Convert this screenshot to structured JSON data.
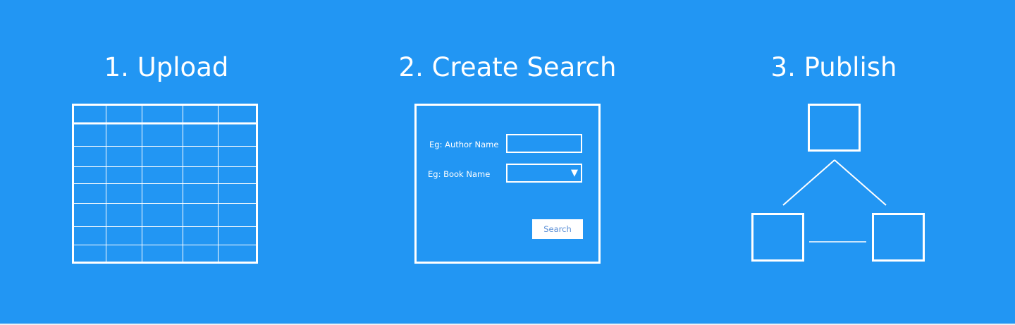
{
  "steps": [
    {
      "title": "1. Upload"
    },
    {
      "title": "2. Create Search"
    },
    {
      "title": "3. Publish"
    }
  ],
  "search_form": {
    "author_label": "Eg: Author Name",
    "book_label": "Eg:  Book Name",
    "dropdown_arrow": "▼",
    "search_button": "Search"
  },
  "colors": {
    "background": "#2296f3",
    "foreground": "#ffffff",
    "button_text": "#5a8fd6"
  },
  "icons": {
    "upload": "spreadsheet-icon",
    "publish": "hierarchy-diagram-icon"
  }
}
